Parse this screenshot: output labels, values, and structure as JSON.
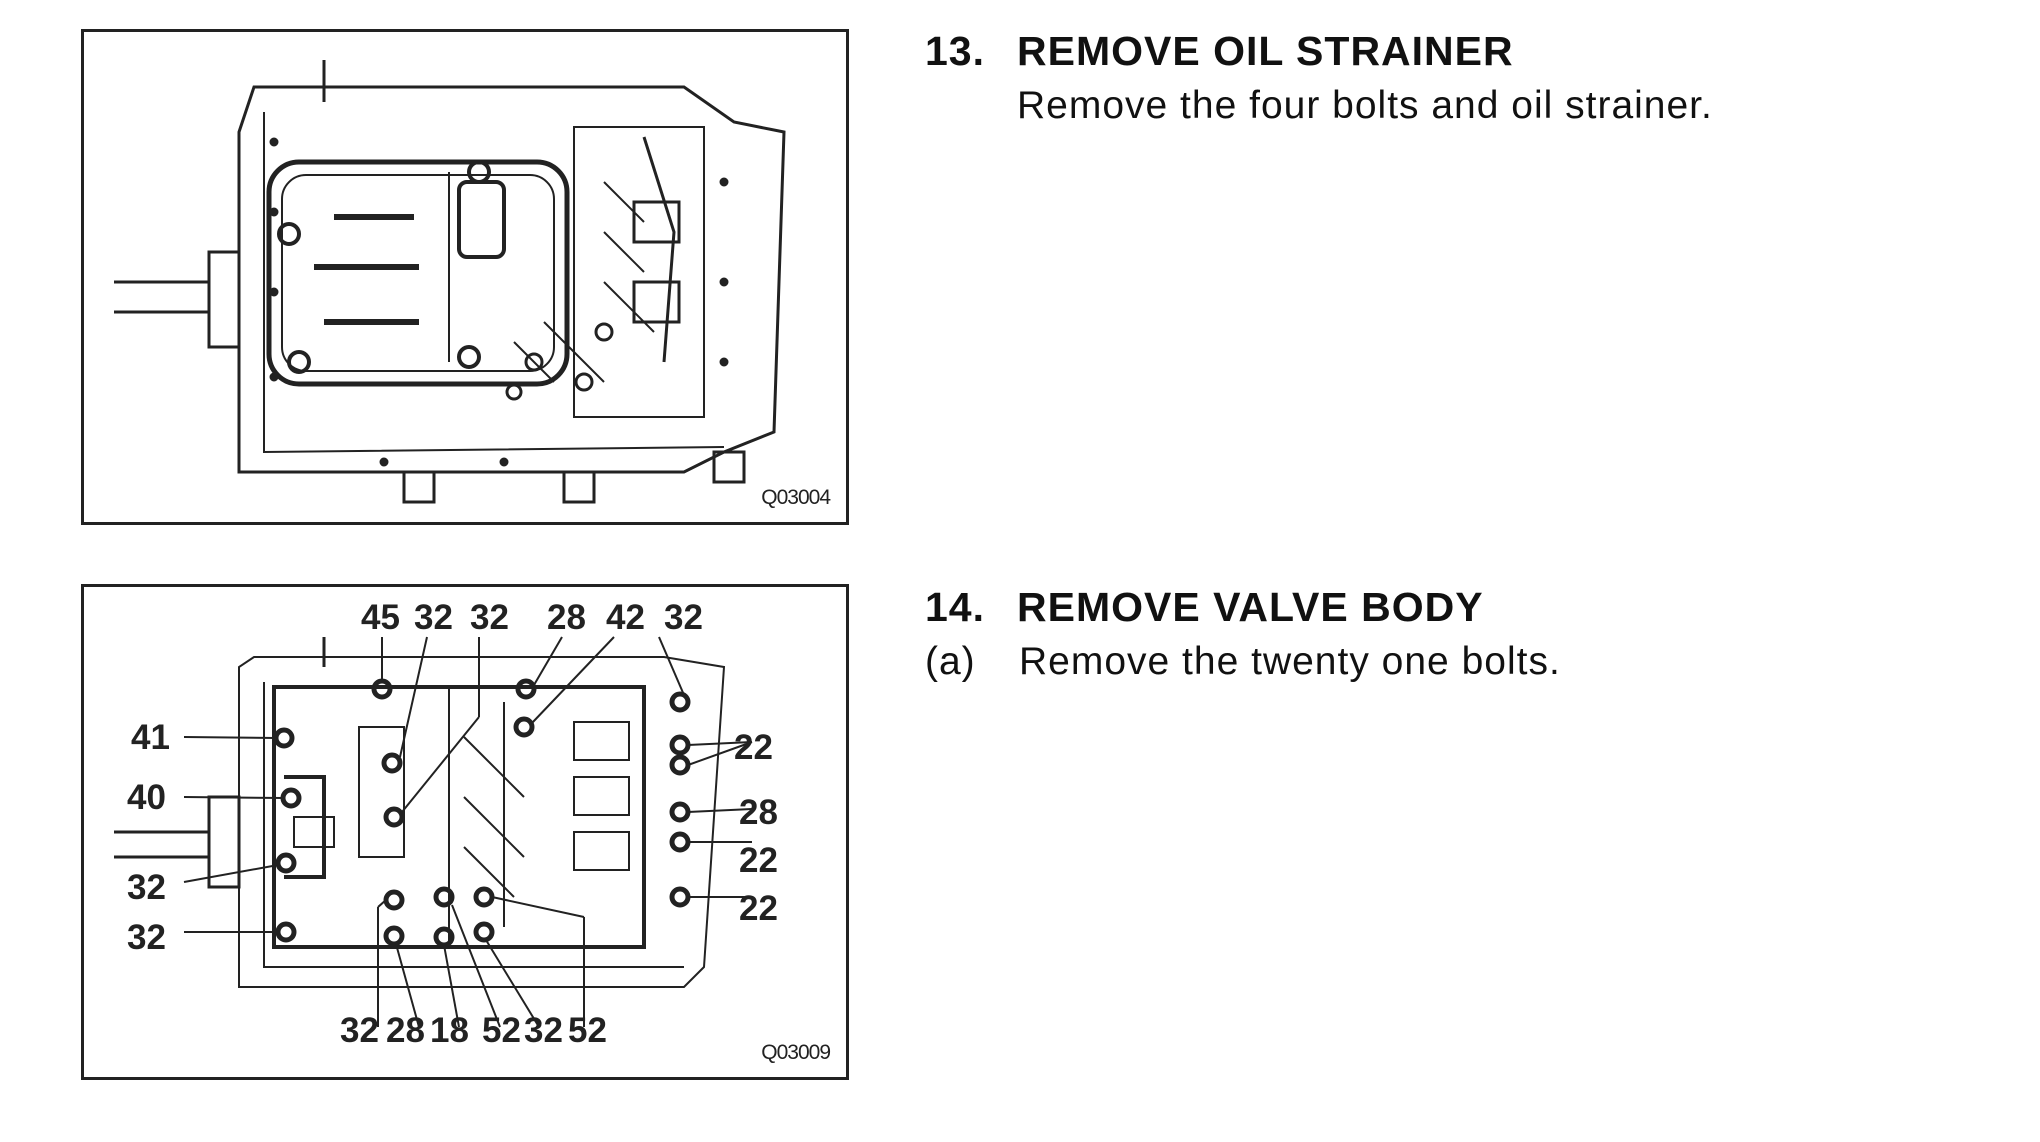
{
  "steps": [
    {
      "number": "13.",
      "title": "REMOVE OIL STRAINER",
      "body": "Remove the four bolts and oil strainer."
    },
    {
      "number": "14.",
      "title": "REMOVE VALVE BODY",
      "sub_label": "(a)",
      "body": "Remove the twenty one bolts."
    }
  ],
  "figures": [
    {
      "code": "Q03004"
    },
    {
      "code": "Q03009",
      "callouts": {
        "top": [
          "45",
          "32",
          "32",
          "28",
          "42",
          "32"
        ],
        "left": [
          "41",
          "40",
          "32",
          "32"
        ],
        "right": [
          "22",
          "28",
          "22",
          "22"
        ],
        "bottom": [
          "32",
          "28",
          "18",
          "52",
          "32",
          "52"
        ]
      }
    }
  ]
}
